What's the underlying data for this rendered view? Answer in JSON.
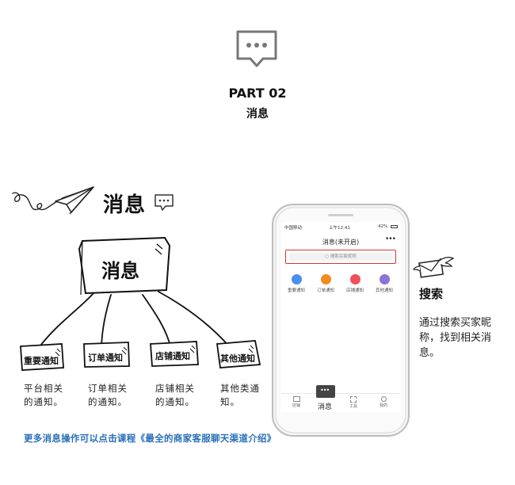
{
  "header": {
    "part": "PART 02",
    "subtitle": "消息"
  },
  "section": {
    "heading": "消息"
  },
  "diagram": {
    "central": "消息",
    "nodes": [
      {
        "label": "重要通知",
        "desc": "平台相关的通知。"
      },
      {
        "label": "订单通知",
        "desc": "订单相关的通知。"
      },
      {
        "label": "店铺通知",
        "desc": "店铺相关的通知。"
      },
      {
        "label": "其他通知",
        "desc": "其他类通知。"
      }
    ]
  },
  "link_text": "更多消息操作可以点击课程《最全的商家客服聊天渠道介绍》",
  "phone": {
    "carrier": "中国移动",
    "time": "上午12:41",
    "battery": "42%",
    "title": "消息(未开启)",
    "more": "•••",
    "search_placeholder": "搜索买家昵称",
    "categories": [
      {
        "label": "重要通知",
        "color": "#4a8ff0"
      },
      {
        "label": "订单通知",
        "color": "#f28a1e"
      },
      {
        "label": "店铺通知",
        "color": "#f0505a"
      },
      {
        "label": "其他通知",
        "color": "#8a74d8"
      }
    ],
    "tabs": [
      "店铺",
      "消息",
      "工具",
      "我的"
    ]
  },
  "callout": {
    "title": "搜索",
    "desc": "通过搜索买家昵称，找到相关消息。"
  }
}
